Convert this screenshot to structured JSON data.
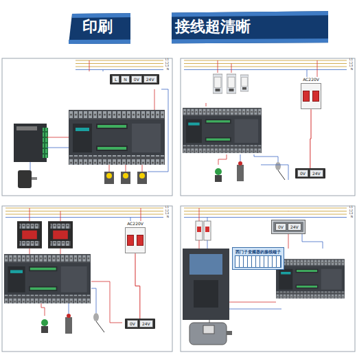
{
  "diagram": {
    "nodes": [
      {
        "text": [
          "L",
          "N",
          "0V",
          "24V"
        ]
      },
      {
        "text": [
          "AC220V"
        ]
      },
      {
        "text": [
          "0V",
          "24V"
        ]
      },
      {
        "text": [
          "AC220V"
        ]
      },
      {
        "text": [
          "0V",
          "24V"
        ]
      },
      {
        "text": [
          "0V",
          "24V"
        ]
      },
      {
        "text": [
          "西门子变频器的接线端子"
        ]
      }
    ],
    "edges": [
      {
        "from": 1,
        "to": 2,
        "arrow": "none"
      },
      {
        "from": 3,
        "to": 4,
        "arrow": "none"
      }
    ],
    "labels": [
      "印刷",
      "接线超清晰",
      "L1",
      "L2",
      "L3",
      "N",
      "L1",
      "L2",
      "L3",
      "N",
      "L1",
      "L2",
      "L3",
      "N",
      "L1",
      "L2",
      "L3",
      "N"
    ]
  }
}
